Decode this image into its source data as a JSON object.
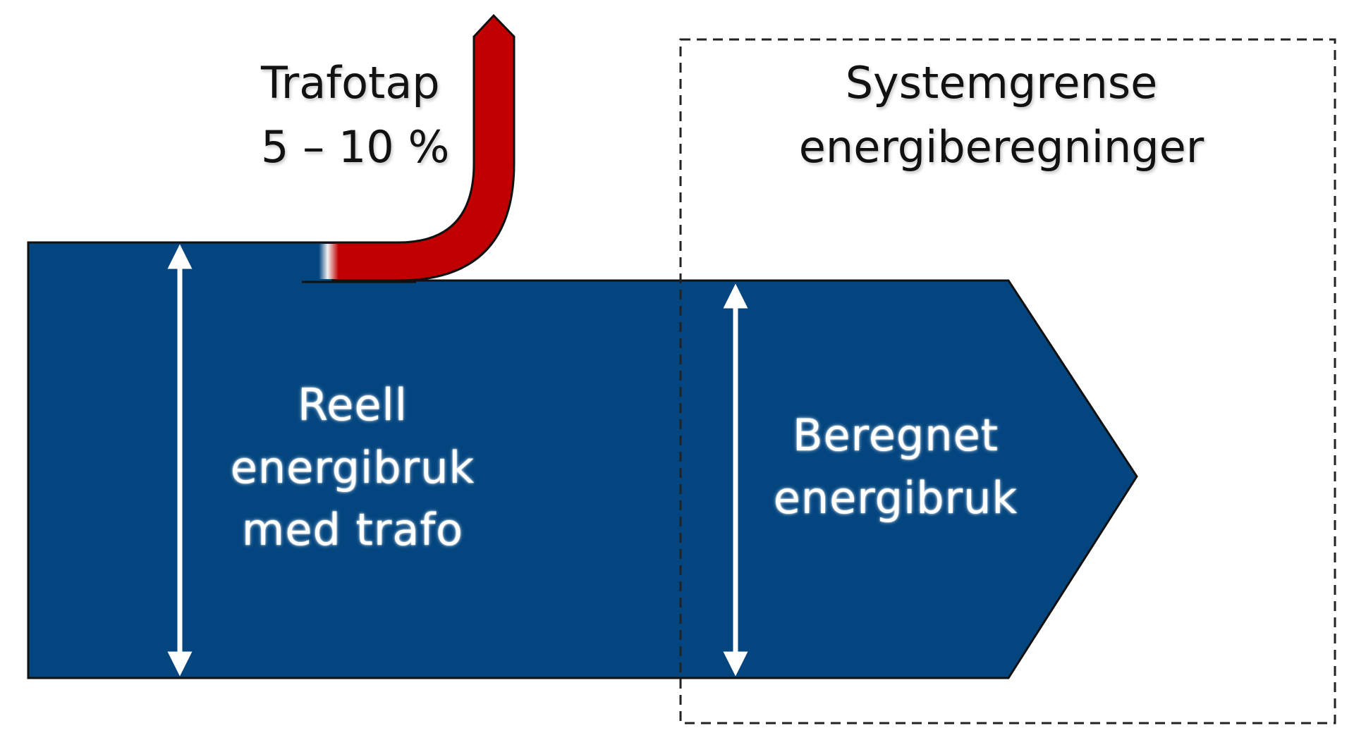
{
  "colors": {
    "flow_blue": "#03457f",
    "loss_red": "#c00000",
    "outline": "#111111",
    "arrow_white": "#ffffff",
    "boundary_dash": "#222222"
  },
  "labels": {
    "trafotap_line1": "Trafotap",
    "trafotap_line2": "5 – 10 %",
    "systemgrense_line1": "Systemgrense",
    "systemgrense_line2": "energiberegninger",
    "reell_line1": "Reell",
    "reell_line2": "energibruk",
    "reell_line3": "med trafo",
    "beregnet_line1": "Beregnet",
    "beregnet_line2": "energibruk"
  }
}
